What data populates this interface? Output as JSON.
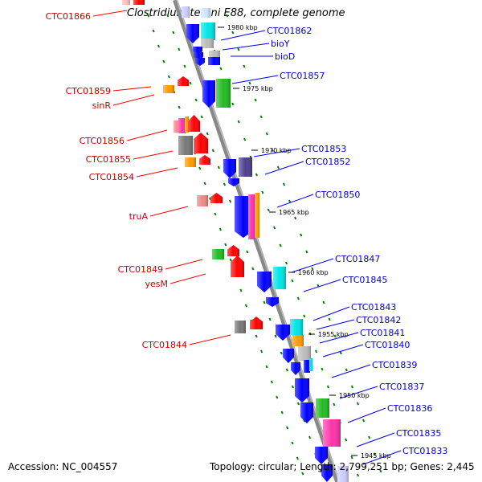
{
  "title": "Clostridium tetani E88, complete genome",
  "footer": {
    "accession": "Accession: NC_004557",
    "topology": "Topology: circular; Length: 2,799,251 bp; Genes: 2,445"
  },
  "kbp_labels": [
    "1980 kbp",
    "1975 kbp",
    "1970 kbp",
    "1965 kbp",
    "1960 kbp",
    "1955 kbp",
    "1950 kbp",
    "1945 kbp"
  ],
  "left_genes": [
    "CTC01866",
    "CTC01859",
    "sinR",
    "CTC01856",
    "CTC01855",
    "CTC01854",
    "truA",
    "CTC01849",
    "yesM",
    "CTC01844"
  ],
  "right_genes": [
    "CTC01862",
    "bioY",
    "bioD",
    "CTC01857",
    "CTC01853",
    "CTC01852",
    "CTC01850",
    "CTC01847",
    "CTC01845",
    "CTC01843",
    "CTC01842",
    "CTC01841",
    "CTC01840",
    "CTC01839",
    "CTC01837",
    "CTC01836",
    "CTC01835",
    "CTC01833"
  ],
  "colors": {
    "reverse_gene": "#ff0000",
    "forward_gene": "#0000ff",
    "left_label": "#cc0000",
    "right_label": "#0000cc",
    "backbone": "#888888",
    "dots": "#008000",
    "cyan": "#00e5e5",
    "gray": "#777777",
    "green": "#22bb22",
    "orange": "#ff9900",
    "magenta": "#ff33aa",
    "purple": "#4b3f8c",
    "pink": "#ee8888"
  }
}
